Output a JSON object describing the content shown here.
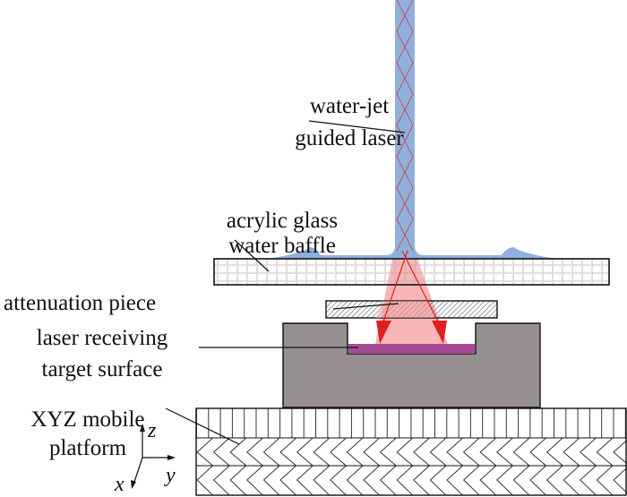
{
  "labels": {
    "water_jet_line1": "water-jet",
    "water_jet_line2": "guided laser",
    "baffle_line1": "acrylic glass",
    "baffle_line2": "water baffle",
    "attenuation": "attenuation piece",
    "target_line1": "laser receiving",
    "target_line2": "target surface",
    "platform_line1": "XYZ mobile",
    "platform_line2": "platform"
  },
  "axes": {
    "z": "z",
    "y": "y",
    "x": "x"
  },
  "colors": {
    "water": "#8fb0dc",
    "laser_beam": "#f7a9aa",
    "laser_ray": "#e02020",
    "target_block": "#958f8f",
    "target_surface": "#a44a94"
  }
}
